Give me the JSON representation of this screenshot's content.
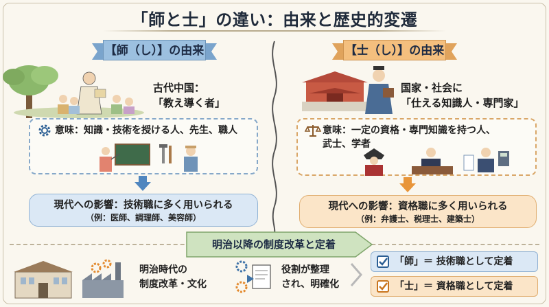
{
  "title": "「師と士」の違い：由来と歴史的変遷",
  "left": {
    "header": "【師（し）】の由来",
    "origin_line1": "古代中国：",
    "origin_line2": "「教え導く者」",
    "meaning": "意味：知識・技術を授ける人、先生、職人",
    "impact_main": "現代への影響：技術職に多く用いられる",
    "impact_sub": "（例：医師、調理師、美容師）"
  },
  "right": {
    "header": "【士（し）】の由来",
    "origin_line1": "国家・社会に",
    "origin_line2": "「仕える知識人・専門家」",
    "meaning_line1": "意味：一定の資格・専門知識を持つ人、",
    "meaning_line2": "武士、学者",
    "impact_main": "現代への影響：資格職に多く用いられる",
    "impact_sub": "（例：弁護士、税理士、建築士）"
  },
  "bottom": {
    "banner": "明治以降の制度改革と定着",
    "meiji_line1": "明治時代の",
    "meiji_line2": "制度改革・文化",
    "role_line1": "役割が整理",
    "role_line2": "され、明確化",
    "result_1": "「師」＝ 技術職として定着",
    "result_2": "「士」＝ 資格職として定着"
  },
  "colors": {
    "blue_accent": "#9cc0e0",
    "orange_accent": "#f4bf7e",
    "background": "#faf7ef"
  },
  "icons": [
    "gear-icon",
    "scales-icon",
    "checkbox-icon",
    "document-gear-icon",
    "down-arrow-icon"
  ]
}
